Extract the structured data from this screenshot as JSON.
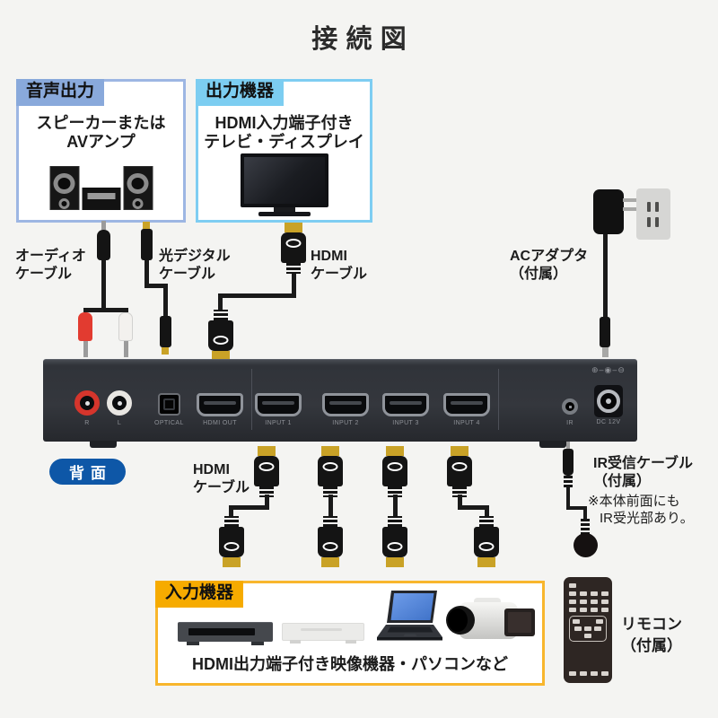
{
  "title": "接続図",
  "audio_output_box": {
    "label": "音声出力",
    "line1": "スピーカーまたは",
    "line2": "AVアンプ"
  },
  "output_device_box": {
    "label": "出力機器",
    "line1": "HDMI入力端子付き",
    "line2": "テレビ・ディスプレイ"
  },
  "cable_labels": {
    "audio": {
      "line1": "オーディオ",
      "line2": "ケーブル"
    },
    "optical": {
      "line1": "光デジタル",
      "line2": "ケーブル"
    },
    "hdmi_out": {
      "line1": "HDMI",
      "line2": "ケーブル"
    },
    "hdmi_in": {
      "line1": "HDMI",
      "line2": "ケーブル"
    }
  },
  "ac_adapter": {
    "line1": "ACアダプタ",
    "line2": "（付属）"
  },
  "device": {
    "rear_badge": "背面",
    "polarity": "⊕–◉–⊖",
    "ports": {
      "r": "R",
      "l": "L",
      "optical": "OPTICAL",
      "hdmi_out": "HDMI OUT",
      "input1": "INPUT 1",
      "input2": "INPUT 2",
      "input3": "INPUT 3",
      "input4": "INPUT 4",
      "ir": "IR",
      "dc": "DC 12V"
    }
  },
  "ir_cable": {
    "line1": "IR受信ケーブル",
    "line2": "（付属）",
    "note1": "※本体前面にも",
    "note2": "IR受光部あり。"
  },
  "input_device_box": {
    "label": "入力機器",
    "caption": "HDMI出力端子付き映像機器・パソコンなど"
  },
  "remote": {
    "line1": "リモコン",
    "line2": "（付属）"
  },
  "colors": {
    "audio_box_accent": "#89a9db",
    "output_box_accent": "#7ccdf1",
    "input_box_accent": "#f6ab00",
    "rear_badge_bg": "#0e57a7",
    "connector_gold": "#c9a227",
    "rca_red": "#e23b30",
    "device_body": "#34373d"
  }
}
